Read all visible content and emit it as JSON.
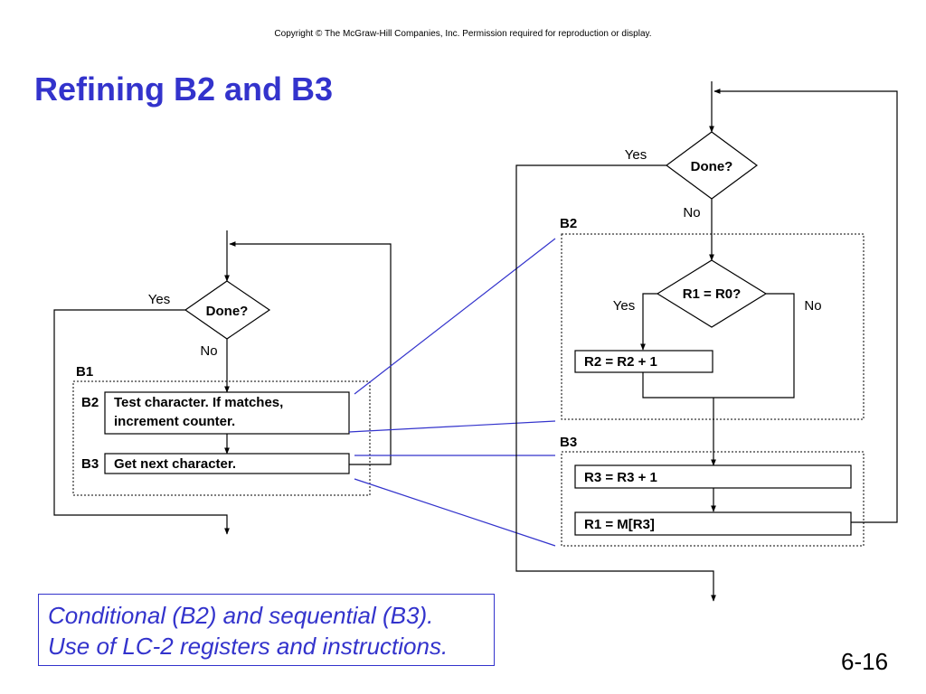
{
  "header": {
    "copyright": "Copyright © The McGraw-Hill Companies, Inc.  Permission required for reproduction or display."
  },
  "slide": {
    "title": "Refining B2 and B3",
    "number": "6-16"
  },
  "left_flow": {
    "decision": "Done?",
    "yes_label": "Yes",
    "no_label": "No",
    "group_label": "B1",
    "b2_tag": "B2",
    "b2_text_line1": "Test character.  If matches,",
    "b2_text_line2": "increment counter.",
    "b3_tag": "B3",
    "b3_text": "Get next character."
  },
  "right_flow": {
    "decision": "Done?",
    "yes_label": "Yes",
    "no_label": "No",
    "b2_label": "B2",
    "inner_decision": "R1 = R0?",
    "inner_yes_label": "Yes",
    "inner_no_label": "No",
    "step_r2": "R2 = R2 + 1",
    "b3_label": "B3",
    "step_r3": "R3 = R3 + 1",
    "step_r1": "R1 = M[R3]"
  },
  "caption": {
    "line1": "Conditional (B2) and sequential (B3).",
    "line2": "Use of LC-2 registers and instructions."
  },
  "colors": {
    "title": "#3333cc",
    "connector": "#3333cc",
    "flow": "#000000"
  }
}
